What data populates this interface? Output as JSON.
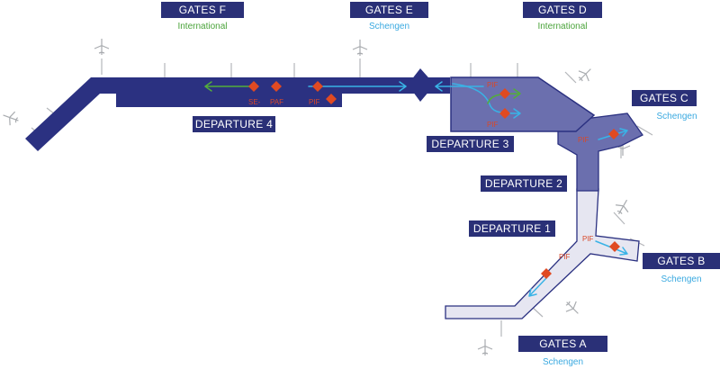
{
  "colors": {
    "corridor_dark": "#2b3181",
    "corridor_mid": "#6b6fae",
    "corridor_light": "#e6e6f1",
    "label_bg": "#2a3077",
    "checkpoint": "#e04a22",
    "flow_schengen": "#39b3e6",
    "flow_international": "#53ad3a",
    "zone_international": "#4aa33a",
    "zone_schengen": "#3aa9e0",
    "aircraft": "#a8abaf"
  },
  "gates": [
    {
      "key": "f",
      "label": "GATES F",
      "zone": "International"
    },
    {
      "key": "e",
      "label": "GATES E",
      "zone": "Schengen"
    },
    {
      "key": "d",
      "label": "GATES D",
      "zone": "International"
    },
    {
      "key": "c",
      "label": "GATES C",
      "zone": "Schengen"
    },
    {
      "key": "b",
      "label": "GATES B",
      "zone": "Schengen"
    },
    {
      "key": "a",
      "label": "GATES A",
      "zone": "Schengen"
    }
  ],
  "departures": [
    {
      "label": "DEPARTURE 4"
    },
    {
      "label": "DEPARTURE 3"
    },
    {
      "label": "DEPARTURE 2"
    },
    {
      "label": "DEPARTURE 1"
    }
  ],
  "checkpoints": {
    "se": "SE-",
    "paf": "PAF",
    "pif": "PIF"
  },
  "icons": [
    "aircraft-icon",
    "checkpoint-diamond-icon",
    "flow-arrow-icon"
  ]
}
